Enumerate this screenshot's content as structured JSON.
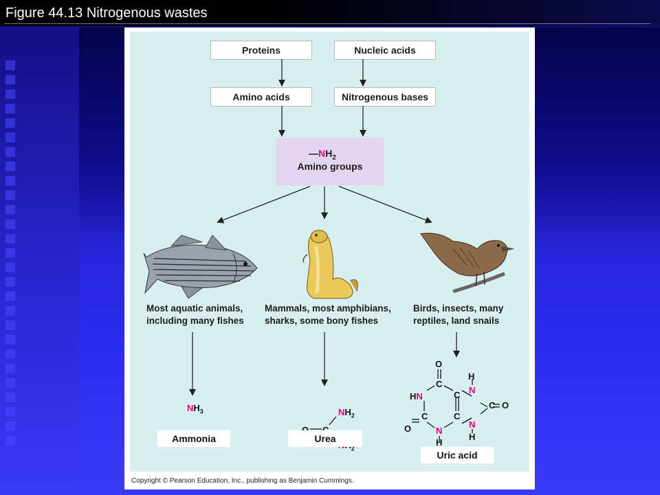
{
  "figure_title": "Figure 44.13  Nitrogenous wastes",
  "top_boxes": {
    "proteins": "Proteins",
    "nucleic_acids": "Nucleic acids"
  },
  "mid_boxes": {
    "amino_acids": "Amino acids",
    "nitrogenous_bases": "Nitrogenous bases"
  },
  "amino_group": {
    "formula_dash": "—",
    "formula_n": "N",
    "formula_h": "H",
    "formula_sub": "2",
    "label": "Amino groups"
  },
  "groups": [
    {
      "line1": "Most aquatic animals,",
      "line2": "including many fishes",
      "animal": "fish"
    },
    {
      "line1": "Mammals, most amphibians,",
      "line2": "sharks, some bony fishes",
      "animal": "rodent"
    },
    {
      "line1": "Birds, insects, many",
      "line2": "reptiles, land snails",
      "animal": "bird"
    }
  ],
  "products": {
    "ammonia": {
      "n": "N",
      "h": "H",
      "sub": "3",
      "label": "Ammonia"
    },
    "urea": {
      "label": "Urea",
      "o": "O",
      "c": "C",
      "n": "N",
      "h": "H",
      "sub": "2"
    },
    "uric_acid": {
      "label": "Uric acid",
      "o": "O",
      "c": "C",
      "n": "N",
      "h": "H"
    }
  },
  "copyright": "Copyright © Pearson Education, Inc., publishing as Benjamin Cummings.",
  "colors": {
    "panel_bg": "#d9efef",
    "amino_box": "#e3d5ef",
    "nitrogen": "#e8007a",
    "slide_blue": "#2c2cf0"
  }
}
